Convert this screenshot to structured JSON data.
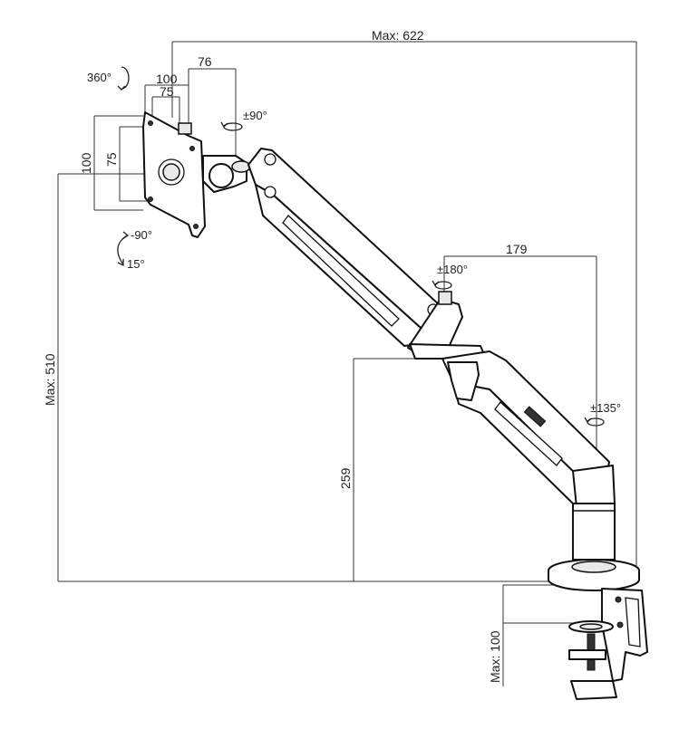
{
  "dimensions": {
    "max_reach": "Max: 622",
    "max_height": "Max: 510",
    "vesa_outer": "100",
    "vesa_inner": "75",
    "vesa_outer_v": "100",
    "vesa_inner_v": "75",
    "head_offset": "76",
    "arm_offset": "179",
    "pole_height": "259",
    "clamp_max": "Max: 100"
  },
  "rotations": {
    "rotate_360": "360°",
    "swivel_head": "±90°",
    "tilt_down": "-90°",
    "tilt_up": "15°",
    "swivel_mid": "±180°",
    "swivel_base": "±135°"
  }
}
